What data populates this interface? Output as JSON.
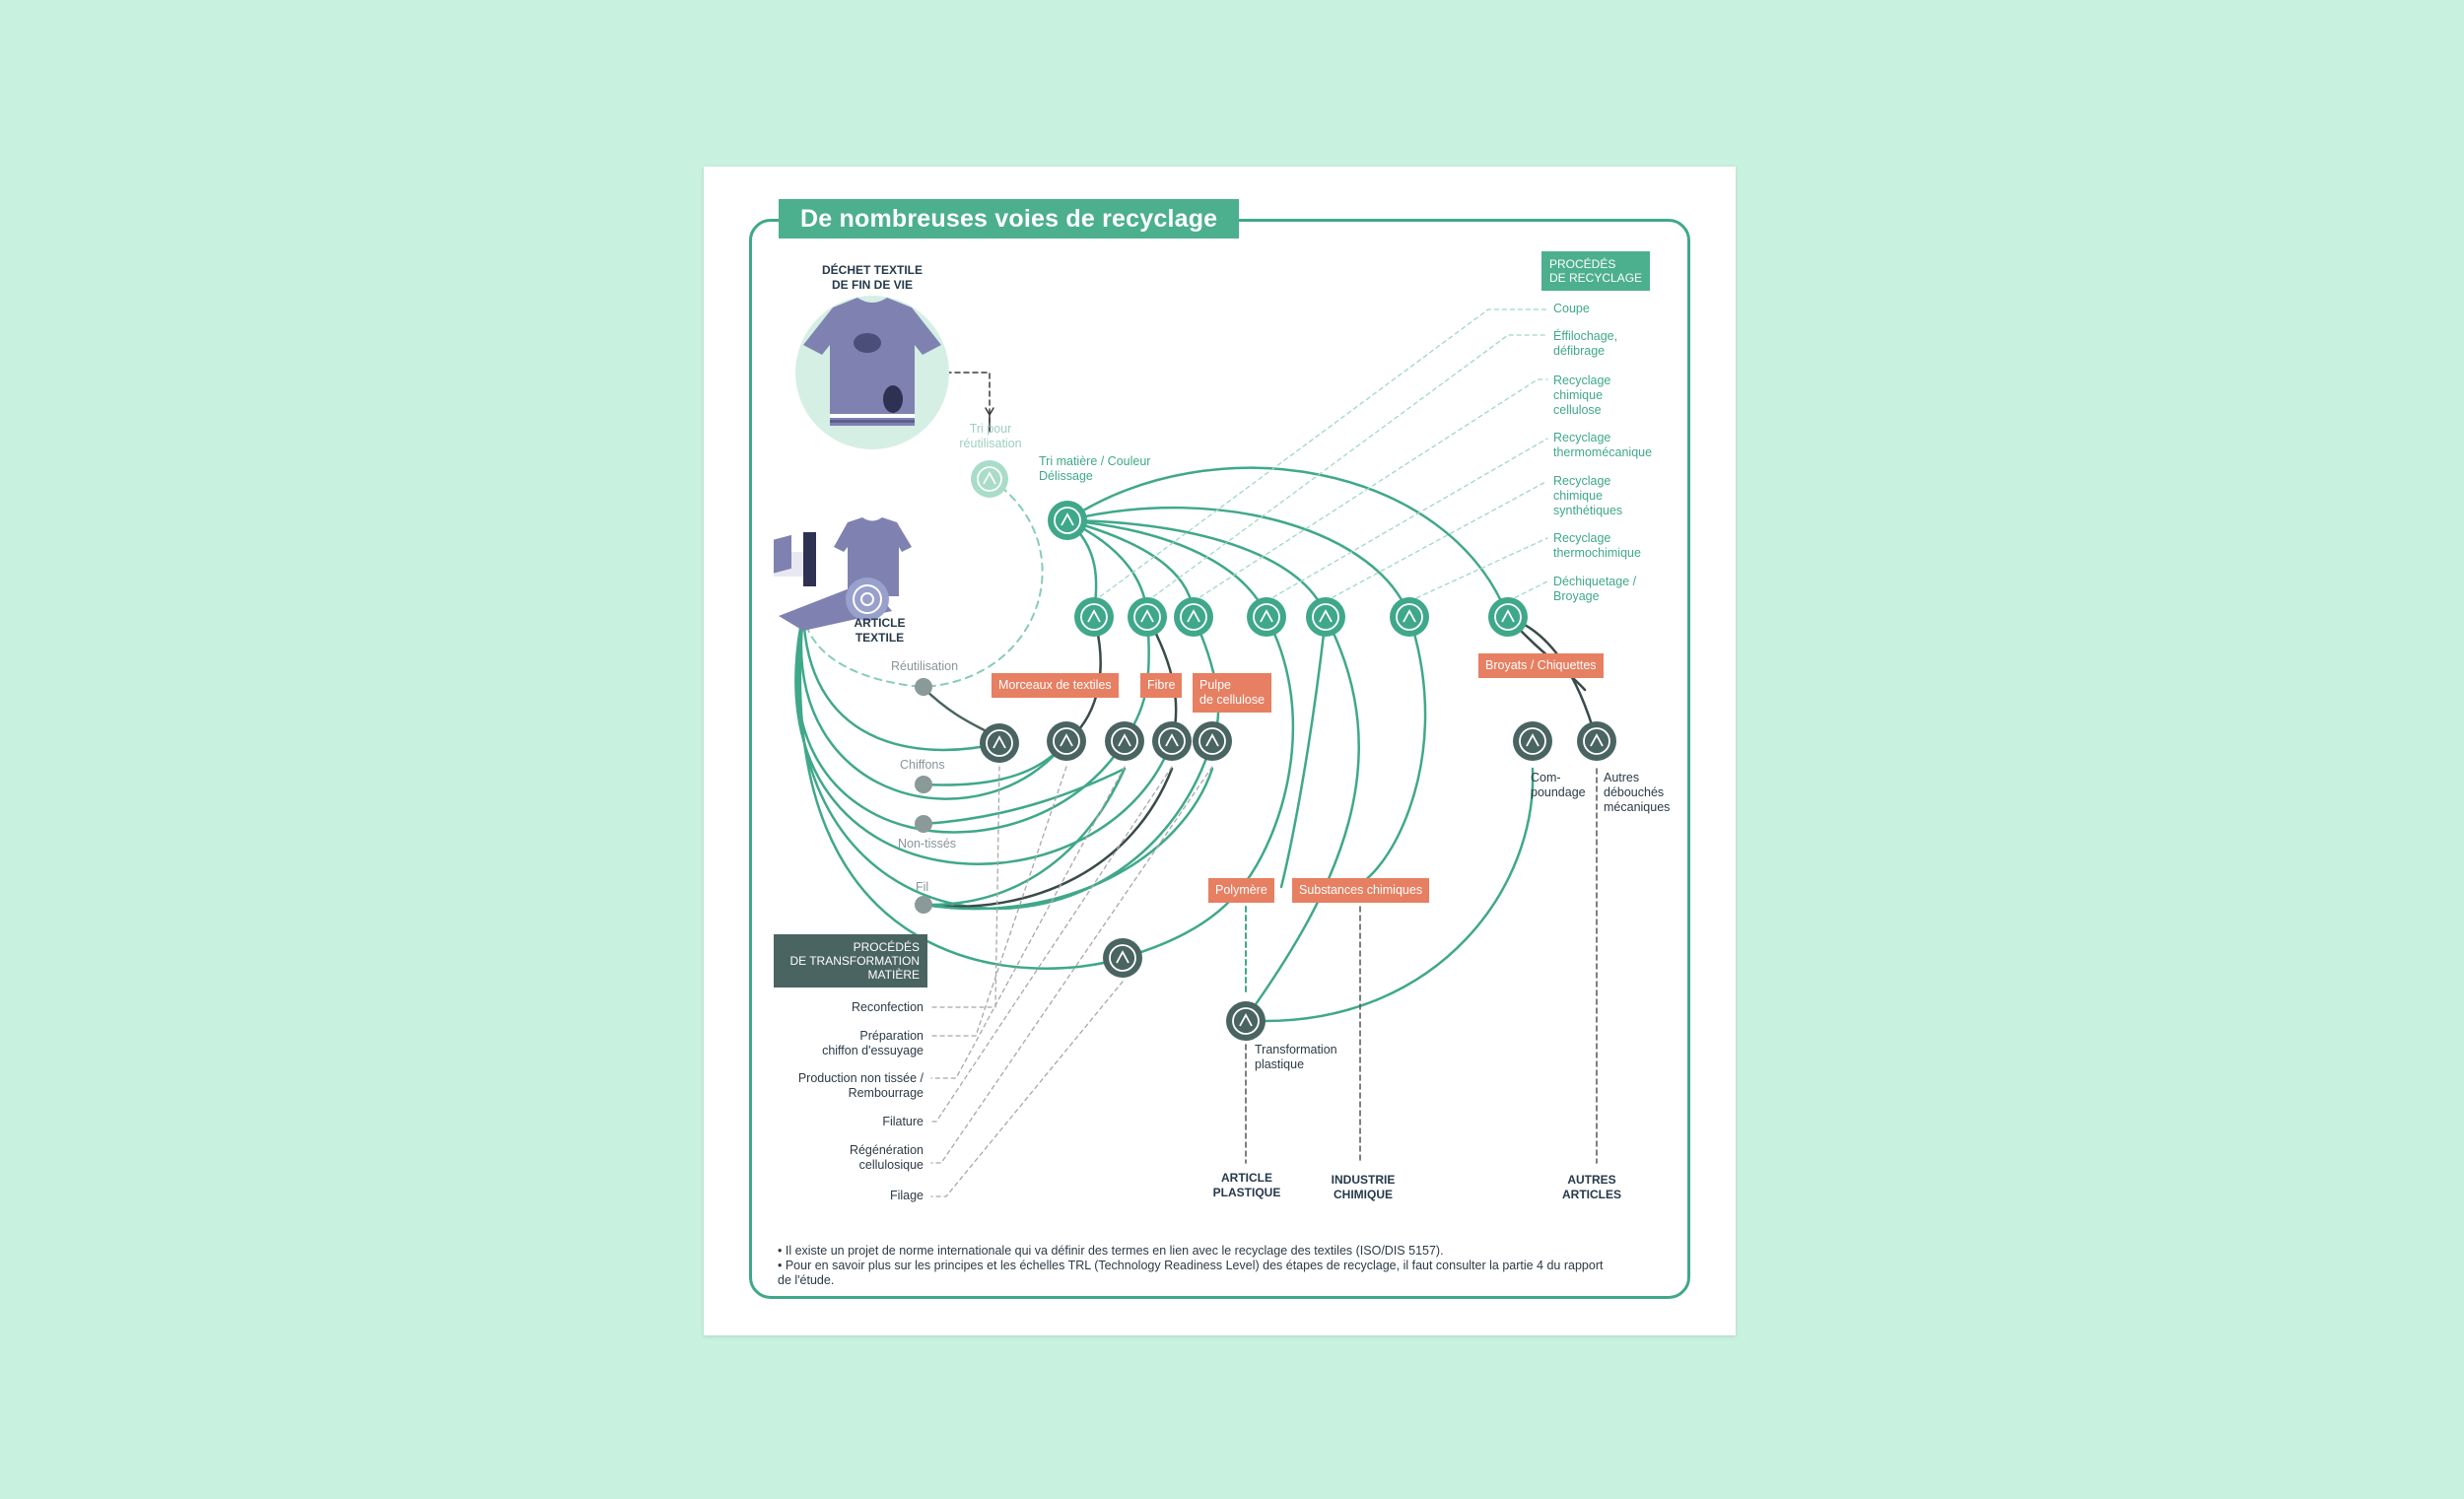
{
  "title": "De nombreuses voies de recyclage",
  "colors": {
    "green": "#3fa88a",
    "dark": "#4a6461",
    "salmon": "#e77f62",
    "shirt": "#7f82b0"
  },
  "source": {
    "dechet": "DÉCHET TEXTILE\nDE FIN DE VIE",
    "article": "ARTICLE\nTEXTILE"
  },
  "flow": {
    "tri_reutilisation": "Tri pour\nréutilisation",
    "tri_matiere": "Tri matière / Couleur\nDélissage",
    "reutilisation": "Réutilisation",
    "chiffons": "Chiffons",
    "non_tisses": "Non-tissés",
    "fil": "Fil"
  },
  "tags": {
    "morceaux": "Morceaux de textiles",
    "fibre": "Fibre",
    "pulpe": "Pulpe\nde cellulose",
    "broyats": "Broyats / Chiquettes",
    "polymere": "Polymère",
    "substances": "Substances chimiques"
  },
  "recycling_processes": {
    "header": "PROCÉDÉS\nDE RECYCLAGE",
    "items": [
      "Coupe",
      "Éffilochage,\ndéfibrage",
      "Recyclage\nchimique\ncellulose",
      "Recyclage\nthermomécanique",
      "Recyclage\nchimique\nsynthétiques",
      "Recyclage\nthermochimique",
      "Déchiquetage /\nBroyage"
    ]
  },
  "transformation_processes": {
    "header": "PROCÉDÉS\nDE TRANSFORMATION\nMATIÈRE",
    "items": [
      "Reconfection",
      "Préparation\nchiffon d'essuyage",
      "Production non tissée /\nRembourrage",
      "Filature",
      "Régénération\ncellulosique",
      "Filage"
    ]
  },
  "outlets": {
    "compoundage": "Com-\npoundage",
    "autres_debouches": "Autres\ndébouchés\nmécaniques",
    "transformation_plastique": "Transformation\nplastique",
    "article_plastique": "ARTICLE\nPLASTIQUE",
    "industrie_chimique": "INDUSTRIE\nCHIMIQUE",
    "autres_articles": "AUTRES\nARTICLES"
  },
  "notes": [
    "• Il existe un projet de norme internationale qui va définir des termes en lien avec le recyclage des textiles (ISO/DIS 5157).",
    "• Pour en savoir plus sur les principes et les échelles TRL (Technology Readiness Level) des étapes de recyclage, il faut consulter la partie 4 du rapport\nde l'étude."
  ],
  "icons": [
    "sort-icon",
    "recycle-icon",
    "scissors-icon",
    "fibers-icon",
    "flask-icon",
    "thermometer-icon",
    "flask-icon",
    "flask-icon",
    "shred-icon",
    "sewing-machine-icon",
    "rag-icon",
    "house-icon",
    "gear-icon",
    "leaf-icon",
    "compound-icon",
    "machine-icon",
    "spool-icon",
    "cone-icon"
  ]
}
